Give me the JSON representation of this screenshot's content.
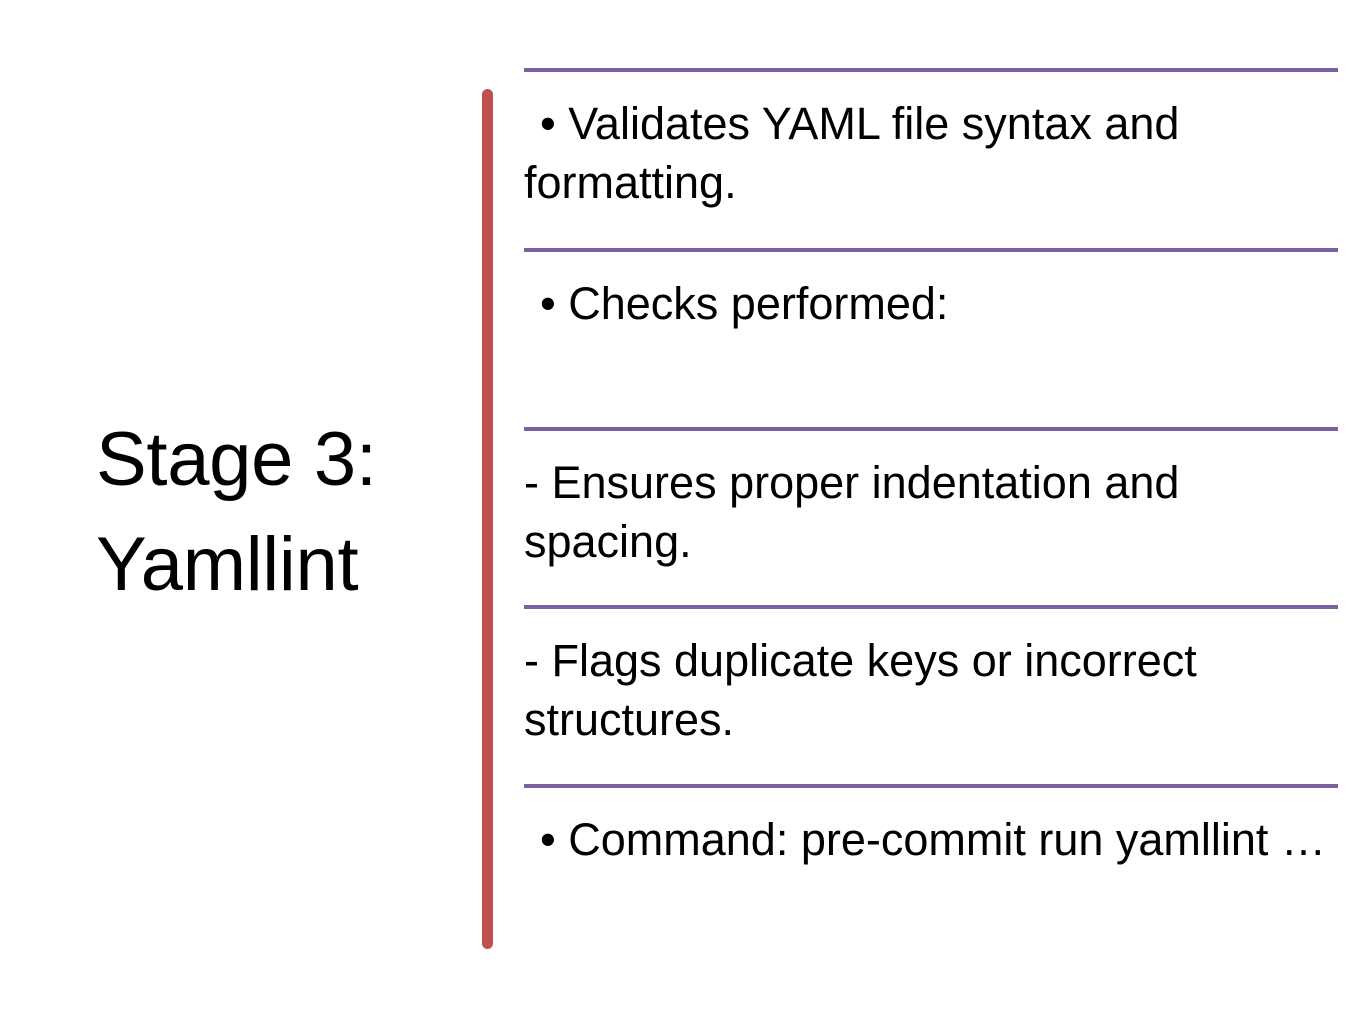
{
  "slide": {
    "title_lines": [
      "Stage 3:",
      "Yamllint"
    ],
    "accent_bar_color": "#C0504D",
    "rule_color": "#7B619F",
    "background_color": "#FFFFFF",
    "text_color": "#000000"
  },
  "content": {
    "rows": [
      {
        "marker": "bullet",
        "text": "• Validates YAML file syntax and formatting."
      },
      {
        "marker": "bullet",
        "text": "• Checks performed:"
      },
      {
        "marker": "dash",
        "text": "- Ensures proper indentation and spacing."
      },
      {
        "marker": "dash",
        "text": "- Flags duplicate keys or incorrect structures."
      },
      {
        "marker": "bullet",
        "text": "• Command: pre-commit run yamllint …"
      }
    ]
  }
}
